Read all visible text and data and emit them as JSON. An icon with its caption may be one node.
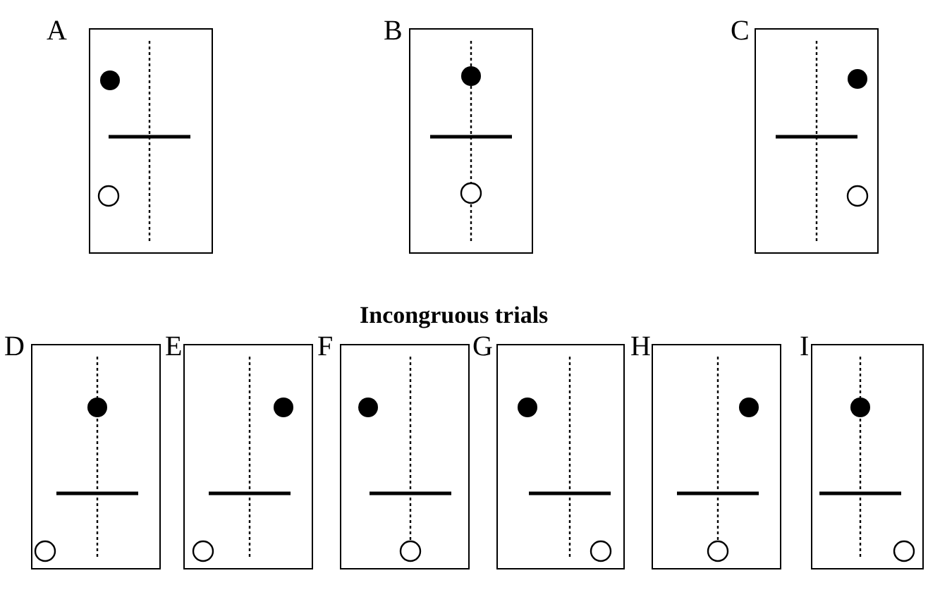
{
  "diagram": {
    "nodes": [
      {
        "text": [
          "A"
        ]
      },
      {
        "text": [
          "B"
        ]
      },
      {
        "text": [
          "C"
        ]
      },
      {
        "text": [
          "D"
        ]
      },
      {
        "text": [
          "E"
        ]
      },
      {
        "text": [
          "F"
        ]
      },
      {
        "text": [
          "G"
        ]
      },
      {
        "text": [
          "H"
        ]
      },
      {
        "text": [
          "I"
        ]
      }
    ],
    "labels": [
      "Incongruous trials"
    ]
  }
}
